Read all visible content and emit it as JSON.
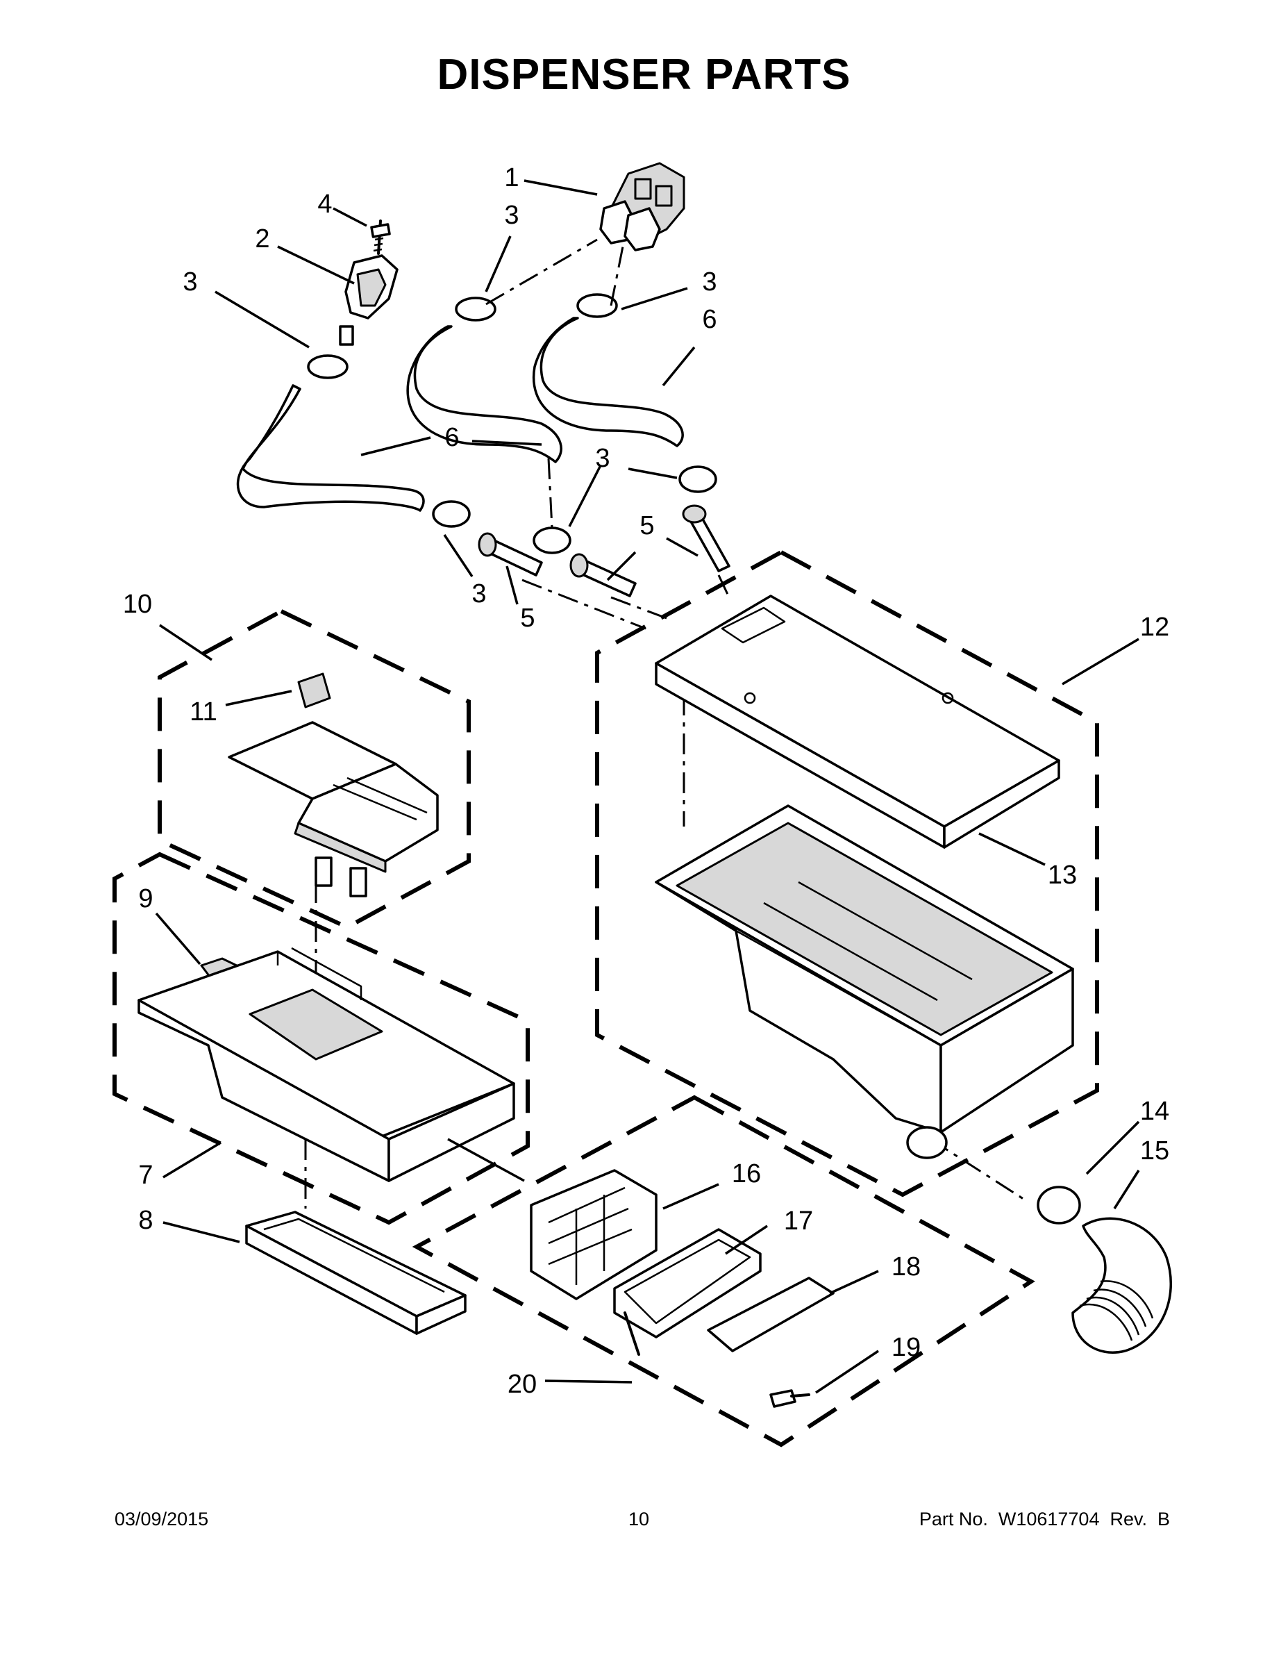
{
  "title": "DISPENSER PARTS",
  "callouts": [
    {
      "id": "c1",
      "label": "1"
    },
    {
      "id": "c2",
      "label": "2"
    },
    {
      "id": "c3a",
      "label": "3"
    },
    {
      "id": "c3b",
      "label": "3"
    },
    {
      "id": "c3c",
      "label": "3"
    },
    {
      "id": "c3d",
      "label": "3"
    },
    {
      "id": "c3e",
      "label": "3"
    },
    {
      "id": "c4",
      "label": "4"
    },
    {
      "id": "c5a",
      "label": "5"
    },
    {
      "id": "c5b",
      "label": "5"
    },
    {
      "id": "c6a",
      "label": "6"
    },
    {
      "id": "c6b",
      "label": "6"
    },
    {
      "id": "c7",
      "label": "7"
    },
    {
      "id": "c8",
      "label": "8"
    },
    {
      "id": "c9",
      "label": "9"
    },
    {
      "id": "c10",
      "label": "10"
    },
    {
      "id": "c11",
      "label": "11"
    },
    {
      "id": "c12",
      "label": "12"
    },
    {
      "id": "c13",
      "label": "13"
    },
    {
      "id": "c14",
      "label": "14"
    },
    {
      "id": "c15",
      "label": "15"
    },
    {
      "id": "c16",
      "label": "16"
    },
    {
      "id": "c17",
      "label": "17"
    },
    {
      "id": "c18",
      "label": "18"
    },
    {
      "id": "c19",
      "label": "19"
    },
    {
      "id": "c20",
      "label": "20"
    }
  ],
  "footer": {
    "date": "03/09/2015",
    "page": "10",
    "part_no": "Part No.  W10617704  Rev.  B"
  }
}
